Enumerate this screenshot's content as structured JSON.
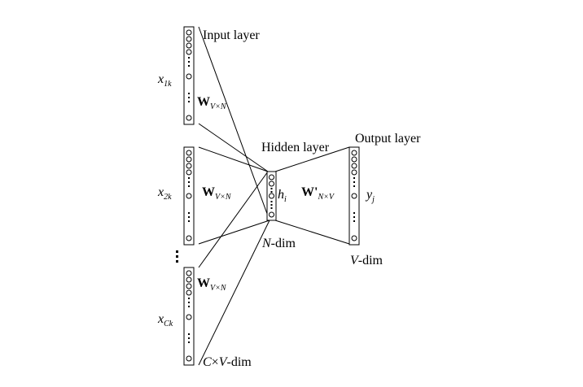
{
  "labels": {
    "input_layer": "Input layer",
    "hidden_layer": "Hidden layer",
    "output_layer": "Output layer",
    "n_dim_var": "N",
    "n_dim_suffix": "-dim",
    "v_dim_var": "V",
    "v_dim_suffix": "-dim",
    "cv_dim_c": "C",
    "cv_dim_times": "×",
    "cv_dim_v": "V",
    "cv_dim_suffix": "-dim"
  },
  "inputs": [
    {
      "var": "x",
      "sub": "1k"
    },
    {
      "var": "x",
      "sub": "2k"
    },
    {
      "var": "x",
      "sub": "Ck"
    }
  ],
  "weights": {
    "input_W": "W",
    "input_W_sub": "V×N",
    "output_W": "W'",
    "output_W_sub": "N×V"
  },
  "hidden_node": {
    "var": "h",
    "sub": "i"
  },
  "output_node": {
    "var": "y",
    "sub": "j"
  },
  "colors": {
    "stroke": "#000000",
    "background": "#ffffff"
  }
}
